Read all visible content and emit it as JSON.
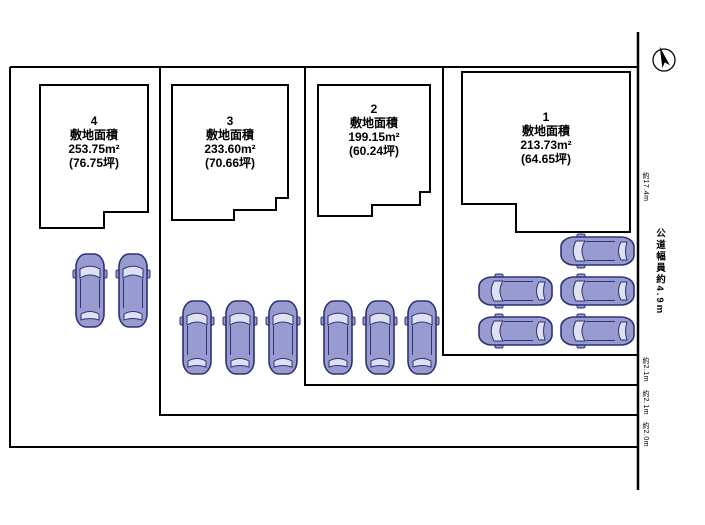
{
  "plan": {
    "lots": [
      {
        "num": "1",
        "area_title": "敷地面積",
        "area": "213.73m²",
        "tsubo": "(64.65坪)"
      },
      {
        "num": "2",
        "area_title": "敷地面積",
        "area": "199.15m²",
        "tsubo": "(60.24坪)"
      },
      {
        "num": "3",
        "area_title": "敷地面積",
        "area": "233.60m²",
        "tsubo": "(70.66坪)"
      },
      {
        "num": "4",
        "area_title": "敷地面積",
        "area": "253.75m²",
        "tsubo": "(76.75坪)"
      }
    ],
    "road_label": "公道幅員約4.9m",
    "dims": [
      "約17.4m",
      "約2.1m",
      "約2.1m",
      "約2.0m"
    ],
    "colors": {
      "car_fill": "#989bd0",
      "car_window": "#dfe1f3",
      "car_outline": "#2e3272",
      "line": "#000000"
    }
  }
}
